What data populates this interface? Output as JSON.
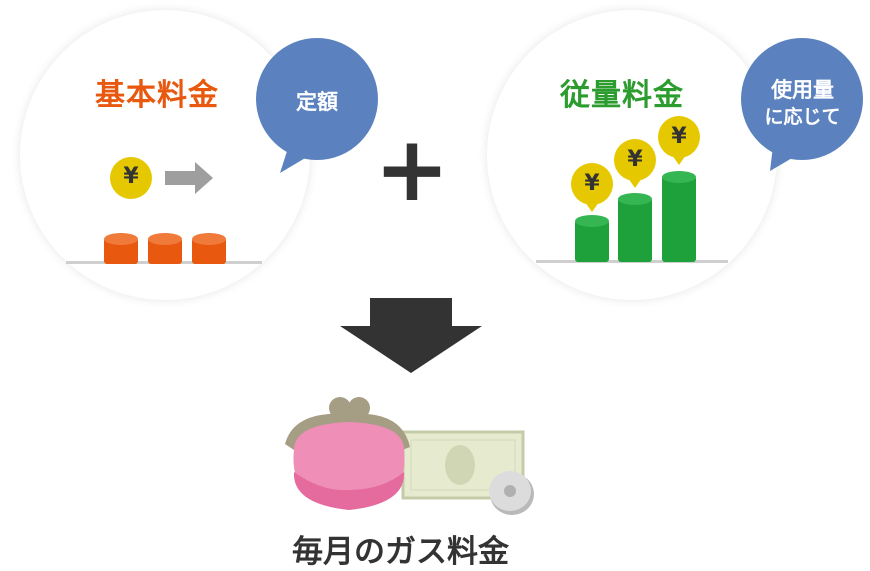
{
  "basic": {
    "title": "基本料金",
    "bubble": "定額",
    "yen": "¥",
    "title_color": "#e8590f",
    "coin_color": "#e8590f"
  },
  "usage": {
    "title": "従量料金",
    "bubble_line1": "使用量",
    "bubble_line2": "に応じて",
    "yen": "¥",
    "title_color": "#2c9c2f",
    "bar_color": "#1ea13a"
  },
  "operator": "+",
  "result": {
    "label": "毎月のガス料金",
    "purse_color": "#ef8fb8"
  },
  "colors": {
    "bubble": "#5b82bf",
    "yen_coin": "#e6c800",
    "arrow": "#333333"
  }
}
